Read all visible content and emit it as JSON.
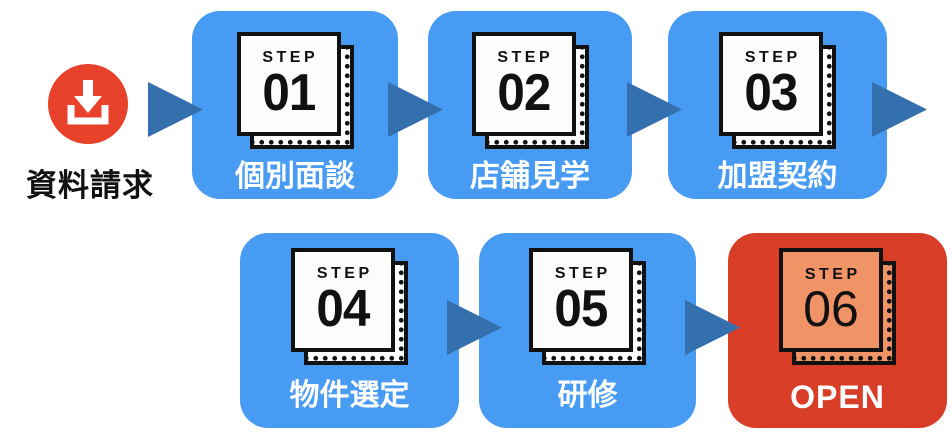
{
  "palette": {
    "card_blue": "#479BF3",
    "arrow_blue": "#3470AE",
    "icon_red": "#E8432A",
    "card_red": "#D73D27",
    "salmon": "#F09366",
    "ink": "#111111",
    "paper": "#FCFCFA",
    "label_white": "#FFFFFF"
  },
  "start": {
    "icon": "download-icon",
    "label": "資料請求"
  },
  "steps": [
    {
      "step_label": "STEP",
      "number": "01",
      "label": "個別面談",
      "variant": "blue"
    },
    {
      "step_label": "STEP",
      "number": "02",
      "label": "店舗見学",
      "variant": "blue"
    },
    {
      "step_label": "STEP",
      "number": "03",
      "label": "加盟契約",
      "variant": "blue"
    },
    {
      "step_label": "STEP",
      "number": "04",
      "label": "物件選定",
      "variant": "blue"
    },
    {
      "step_label": "STEP",
      "number": "05",
      "label": "研修",
      "variant": "blue"
    },
    {
      "step_label": "STEP",
      "number": "06",
      "label": "OPEN",
      "variant": "red"
    }
  ],
  "arrow_count": 6
}
